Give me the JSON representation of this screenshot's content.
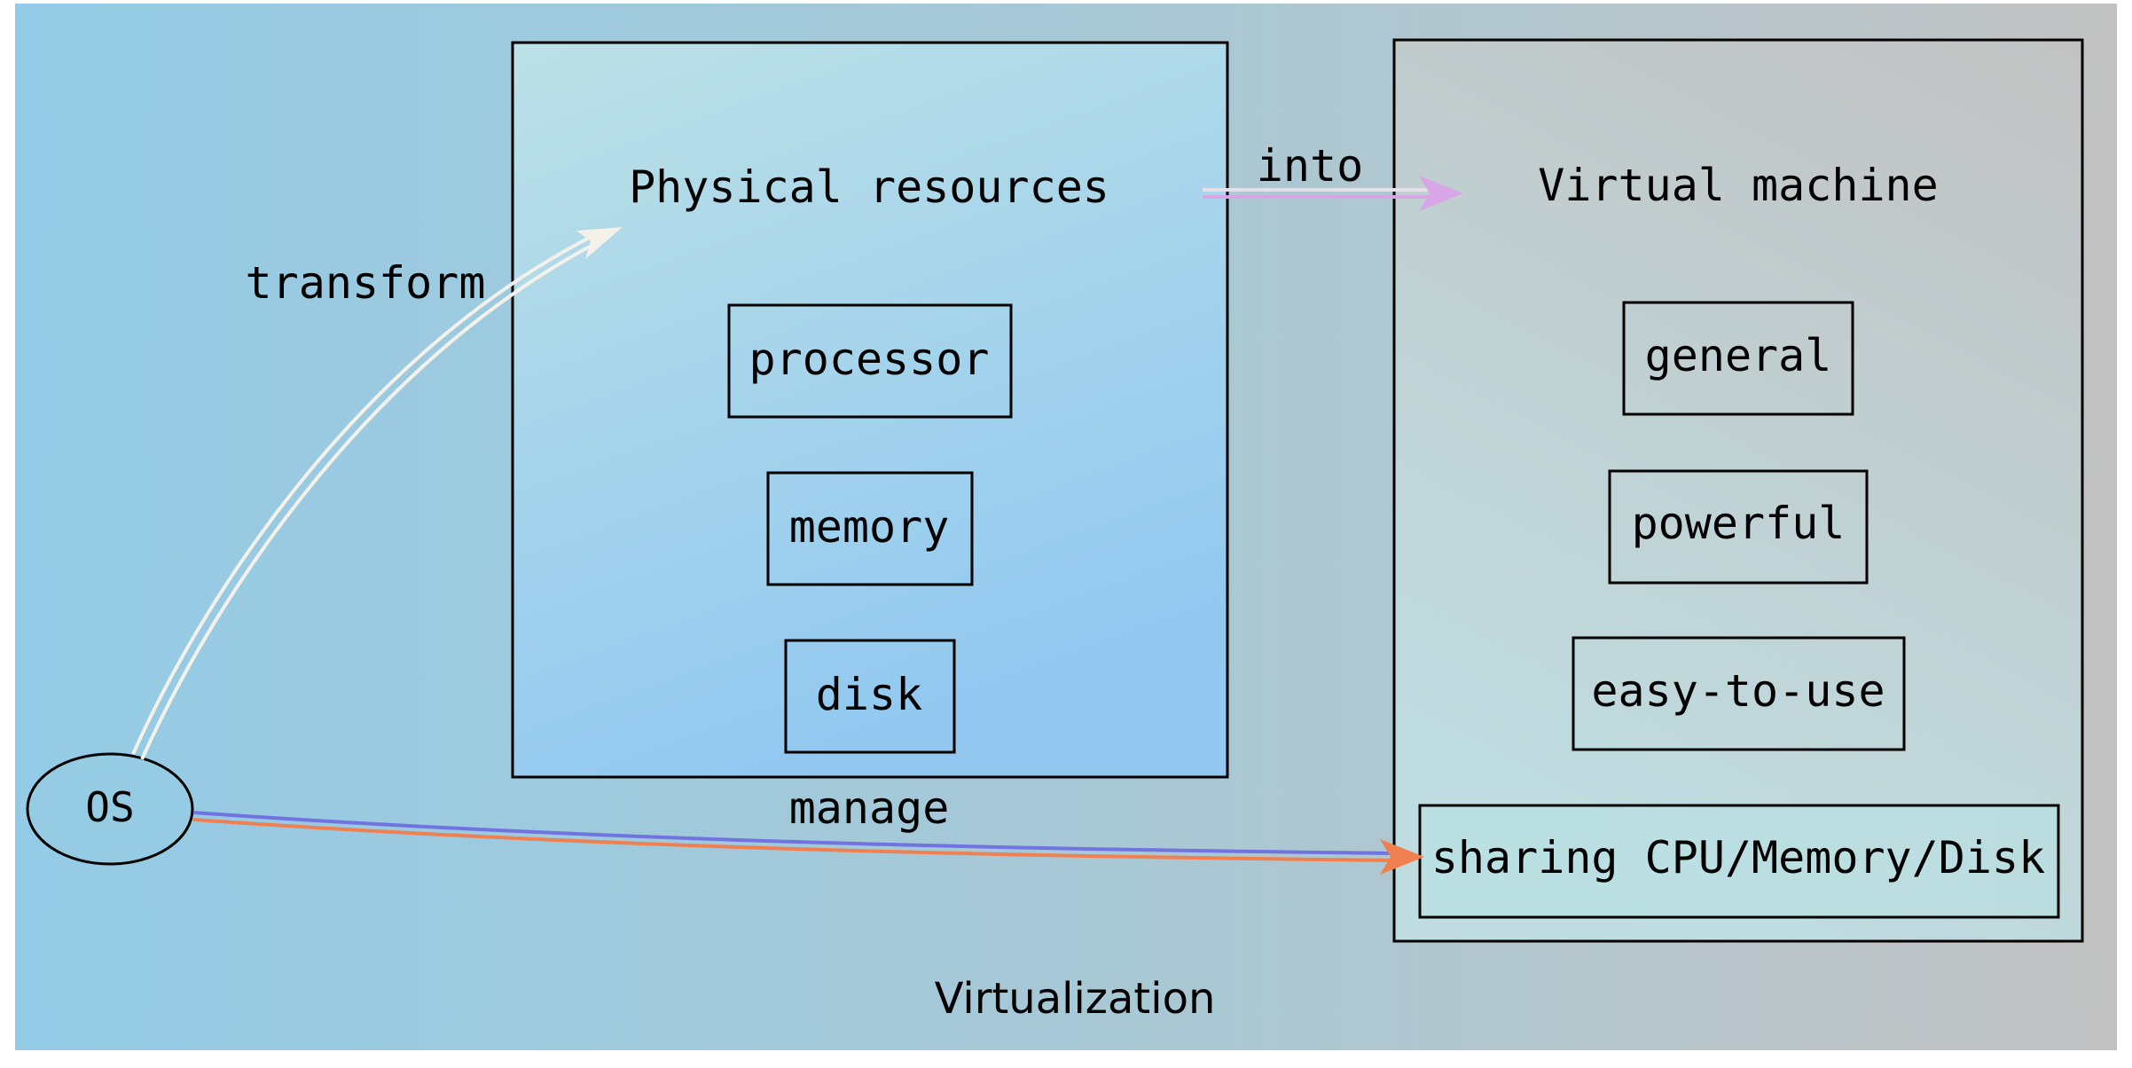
{
  "diagram": {
    "caption": "Virtualization",
    "os_node": {
      "label": "OS"
    },
    "physical_group": {
      "title": "Physical resources",
      "items": [
        "processor",
        "memory",
        "disk"
      ]
    },
    "virtual_group": {
      "title": "Virtual machine",
      "items": [
        "general",
        "powerful",
        "easy-to-use",
        "sharing CPU/Memory/Disk"
      ]
    },
    "edges": {
      "transform": "transform",
      "into": "into",
      "manage": "manage"
    }
  },
  "colors": {
    "background_left": "#94CBE6",
    "background_right": "#C2C2C2",
    "physical_fill_top": "#BCE1E6",
    "physical_fill_bottom": "#92C8F0",
    "virtual_panel_fill": "#BFDCE0",
    "transform_arrow": "#F4F1EA",
    "into_arrow": "#D8A6E6",
    "manage_arrow_1": "#7173E0",
    "manage_arrow_2": "#F08050"
  }
}
